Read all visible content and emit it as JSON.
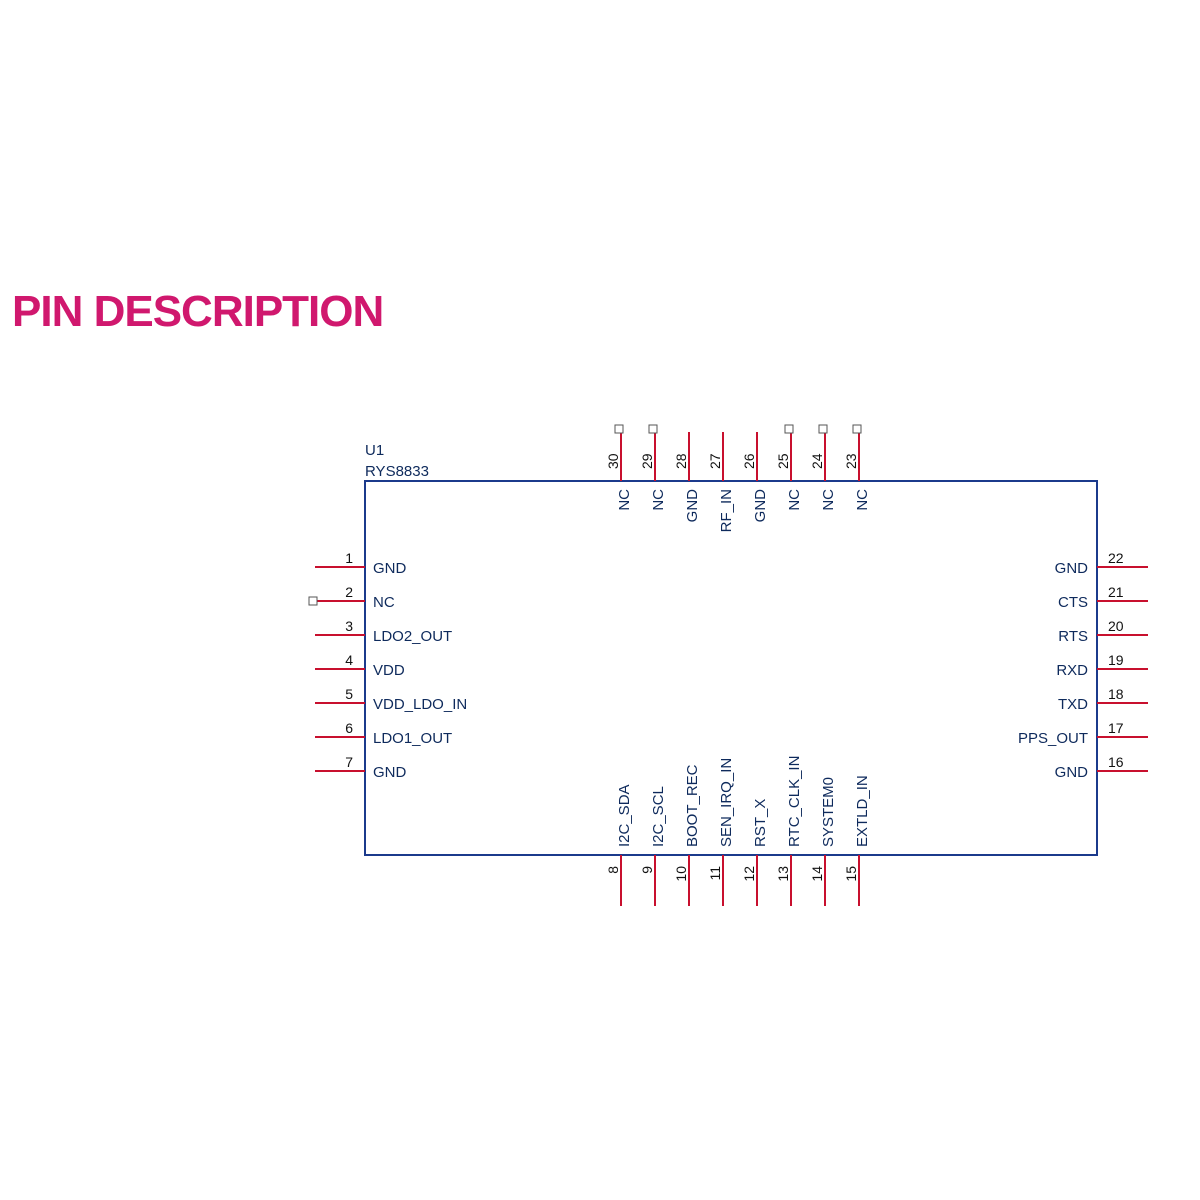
{
  "heading": "PIN DESCRIPTION",
  "colors": {
    "heading": "#d0186e",
    "body": "#1b3a8c",
    "pin": "#c8102e",
    "text": "#0e2a5c",
    "num": "#111111"
  },
  "component": {
    "ref": "U1",
    "part": "RYS8833"
  },
  "left_pins": [
    {
      "num": "1",
      "name": "GND",
      "nc_marker": false
    },
    {
      "num": "2",
      "name": "NC",
      "nc_marker": true
    },
    {
      "num": "3",
      "name": "LDO2_OUT",
      "nc_marker": false
    },
    {
      "num": "4",
      "name": "VDD",
      "nc_marker": false
    },
    {
      "num": "5",
      "name": "VDD_LDO_IN",
      "nc_marker": false
    },
    {
      "num": "6",
      "name": "LDO1_OUT",
      "nc_marker": false
    },
    {
      "num": "7",
      "name": "GND",
      "nc_marker": false
    }
  ],
  "bottom_pins": [
    {
      "num": "8",
      "name": "I2C_SDA",
      "nc_marker": false
    },
    {
      "num": "9",
      "name": "I2C_SCL",
      "nc_marker": false
    },
    {
      "num": "10",
      "name": "BOOT_REC",
      "nc_marker": false
    },
    {
      "num": "11",
      "name": "SEN_IRQ_IN",
      "nc_marker": false
    },
    {
      "num": "12",
      "name": "RST_X",
      "nc_marker": false
    },
    {
      "num": "13",
      "name": "RTC_CLK_IN",
      "nc_marker": false
    },
    {
      "num": "14",
      "name": "SYSTEM0",
      "nc_marker": false
    },
    {
      "num": "15",
      "name": "EXTLD_IN",
      "nc_marker": false
    }
  ],
  "right_pins": [
    {
      "num": "22",
      "name": "GND",
      "nc_marker": false
    },
    {
      "num": "21",
      "name": "CTS",
      "nc_marker": false
    },
    {
      "num": "20",
      "name": "RTS",
      "nc_marker": false
    },
    {
      "num": "19",
      "name": "RXD",
      "nc_marker": false
    },
    {
      "num": "18",
      "name": "TXD",
      "nc_marker": false
    },
    {
      "num": "17",
      "name": "PPS_OUT",
      "nc_marker": false
    },
    {
      "num": "16",
      "name": "GND",
      "nc_marker": false
    }
  ],
  "top_pins": [
    {
      "num": "30",
      "name": "NC",
      "nc_marker": true
    },
    {
      "num": "29",
      "name": "NC",
      "nc_marker": true
    },
    {
      "num": "28",
      "name": "GND",
      "nc_marker": false
    },
    {
      "num": "27",
      "name": "RF_IN",
      "nc_marker": false
    },
    {
      "num": "26",
      "name": "GND",
      "nc_marker": false
    },
    {
      "num": "25",
      "name": "NC",
      "nc_marker": true
    },
    {
      "num": "24",
      "name": "NC",
      "nc_marker": true
    },
    {
      "num": "23",
      "name": "NC",
      "nc_marker": true
    }
  ]
}
